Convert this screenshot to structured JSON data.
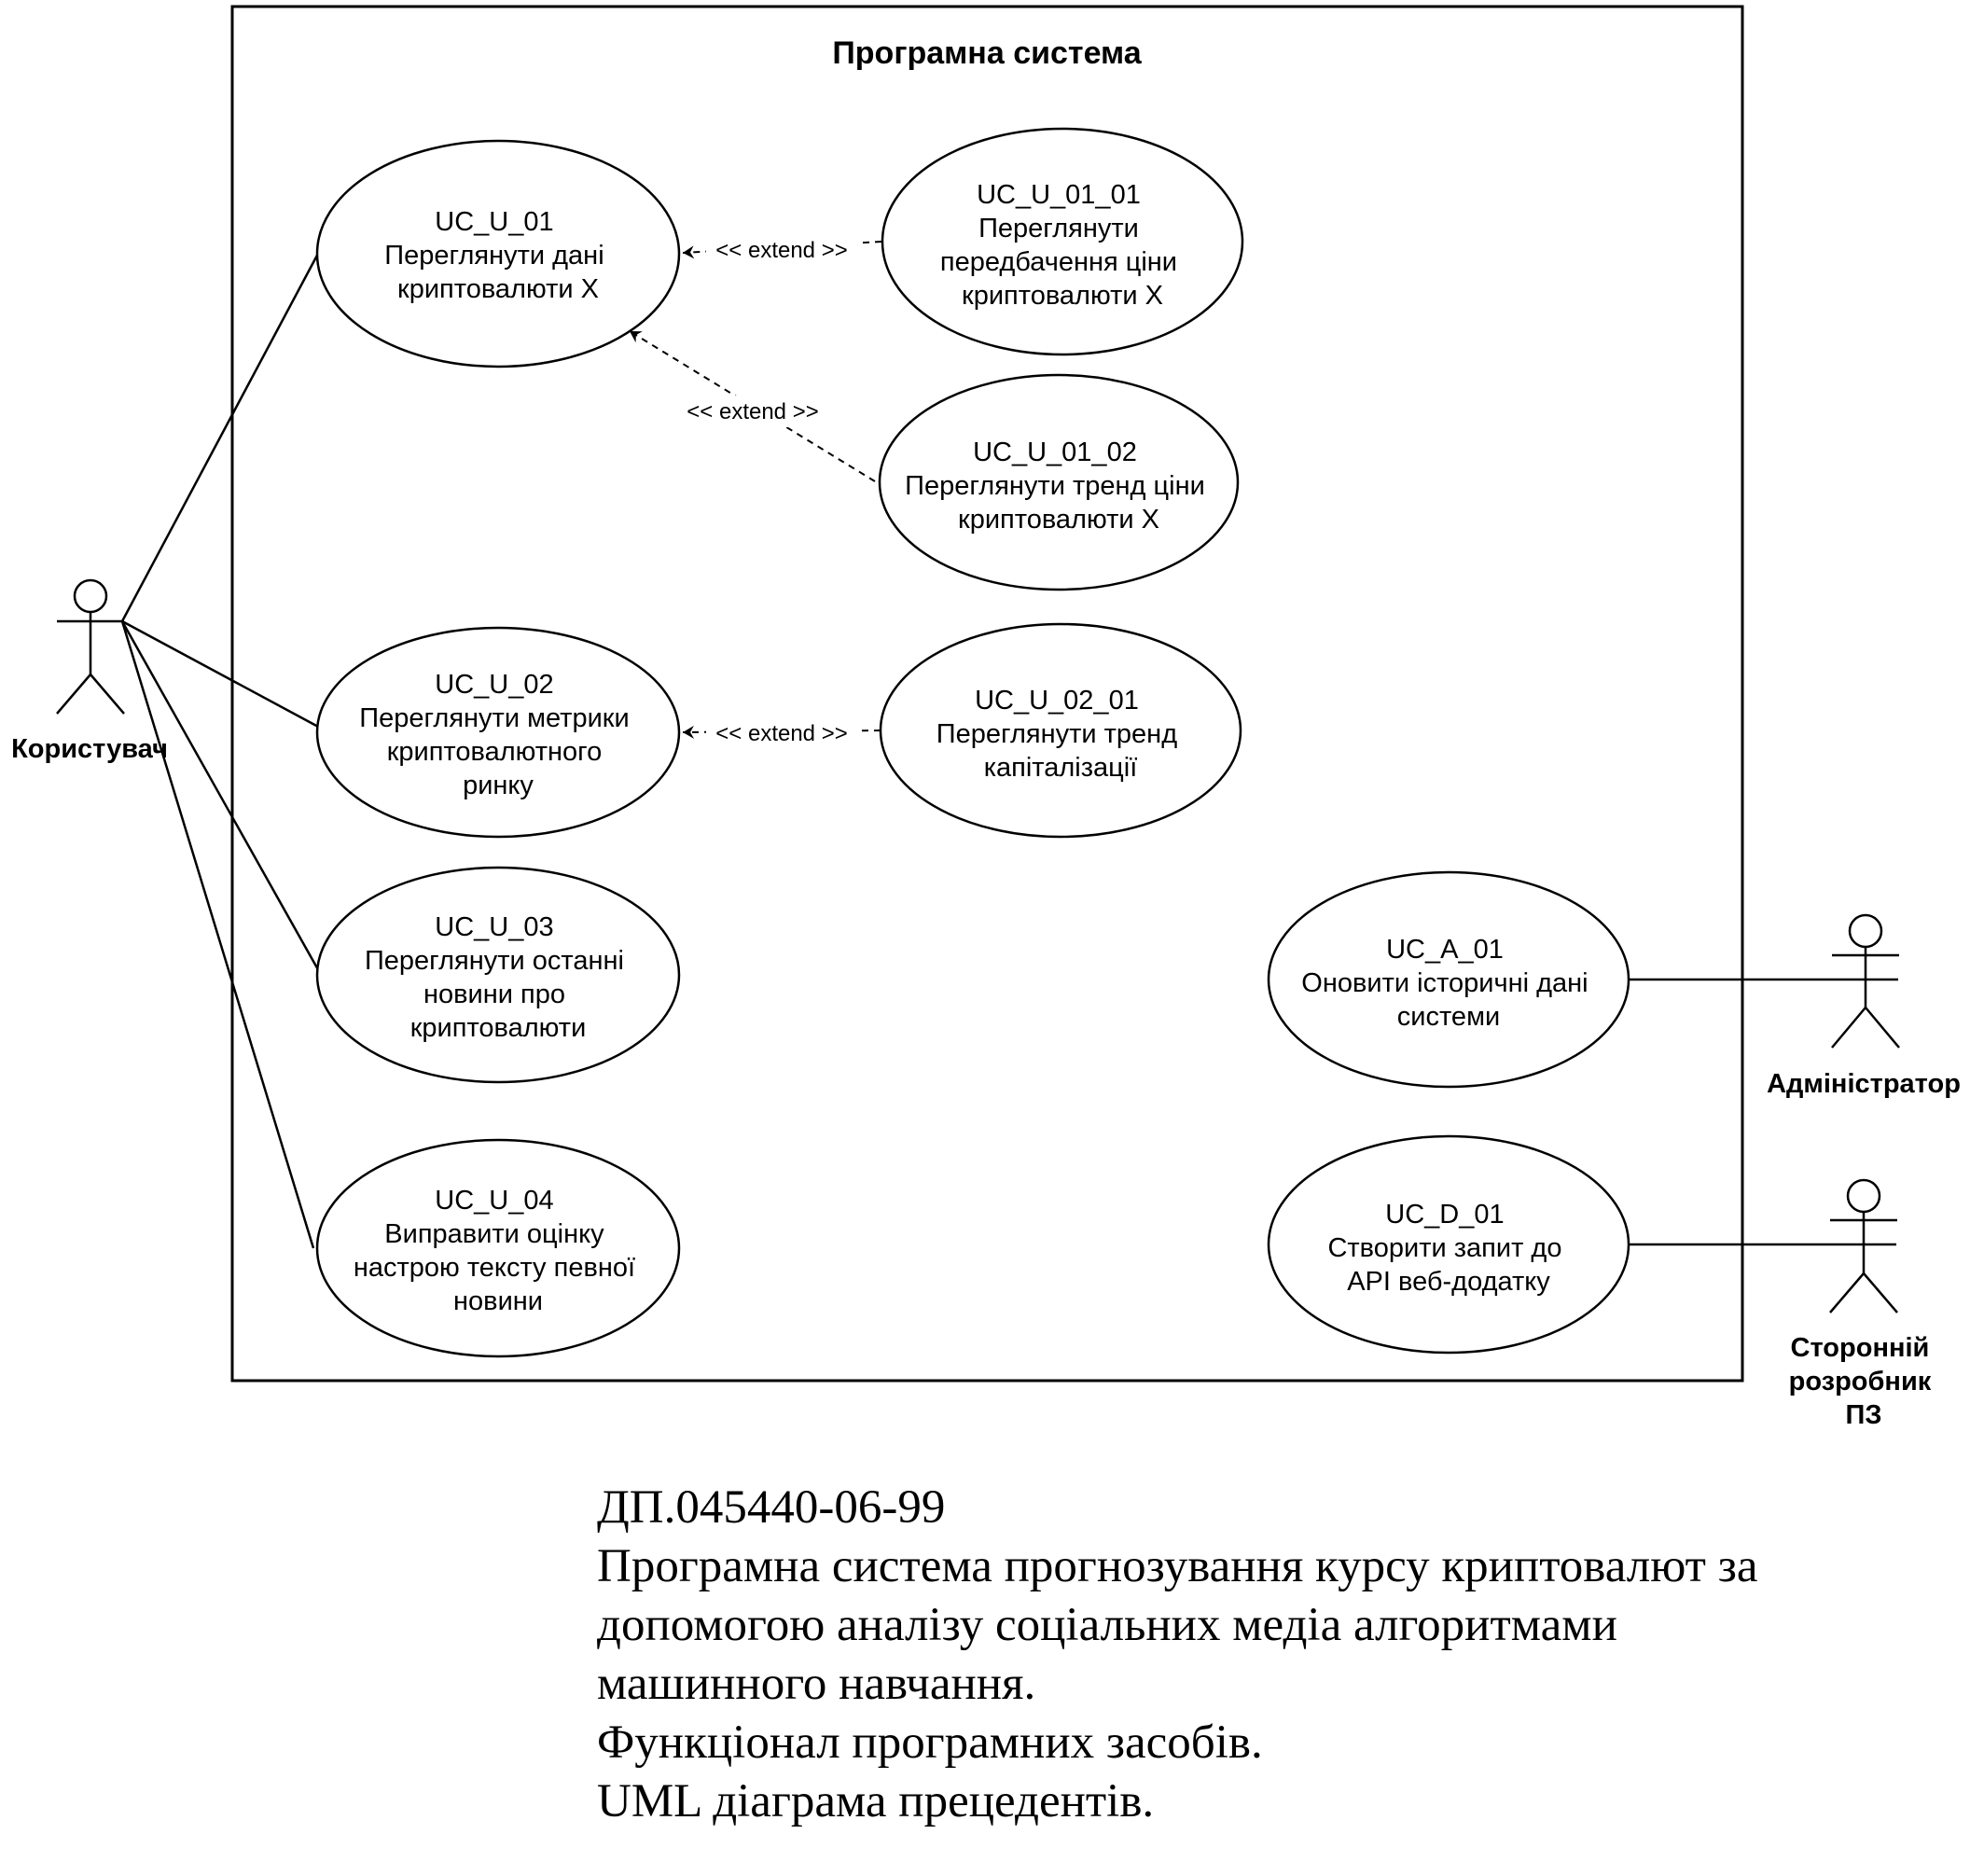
{
  "system": {
    "title": "Програмна система"
  },
  "actors": {
    "user": "Користувач",
    "admin": "Адміністратор",
    "developer": [
      "Сторонній",
      "розробник",
      "ПЗ"
    ]
  },
  "use_cases": {
    "uc_u_01": [
      "UC_U_01",
      "Переглянути дані",
      "криптовалюти Х"
    ],
    "uc_u_01_01": [
      "UC_U_01_01",
      "Переглянути",
      "передбачення ціни",
      "криптовалюти Х"
    ],
    "uc_u_01_02": [
      "UC_U_01_02",
      "Переглянути тренд ціни",
      "криптовалюти Х"
    ],
    "uc_u_02": [
      "UC_U_02",
      "Переглянути метрики",
      "криптовалютного",
      "ринку"
    ],
    "uc_u_02_01": [
      "UC_U_02_01",
      "Переглянути тренд",
      "капіталізації"
    ],
    "uc_u_03": [
      "UC_U_03",
      "Переглянути останні",
      "новини про",
      "криптовалюти"
    ],
    "uc_u_04": [
      "UC_U_04",
      "Виправити оцінку",
      "настрою тексту певної",
      "новини"
    ],
    "uc_a_01": [
      "UC_A_01",
      "Оновити історичні дані",
      "системи"
    ],
    "uc_d_01": [
      "UC_D_01",
      "Створити запит до",
      "API веб-додатку"
    ]
  },
  "relations": {
    "extend_label": "<< extend >>"
  },
  "caption": {
    "lines": [
      "ДП.045440-06-99",
      "Програмна система прогнозування курсу криптовалют за",
      "допомогою аналізу соціальних медіа алгоритмами",
      "машинного навчання.",
      "Функціонал програмних засобів.",
      "UML діаграма прецедентів."
    ]
  }
}
